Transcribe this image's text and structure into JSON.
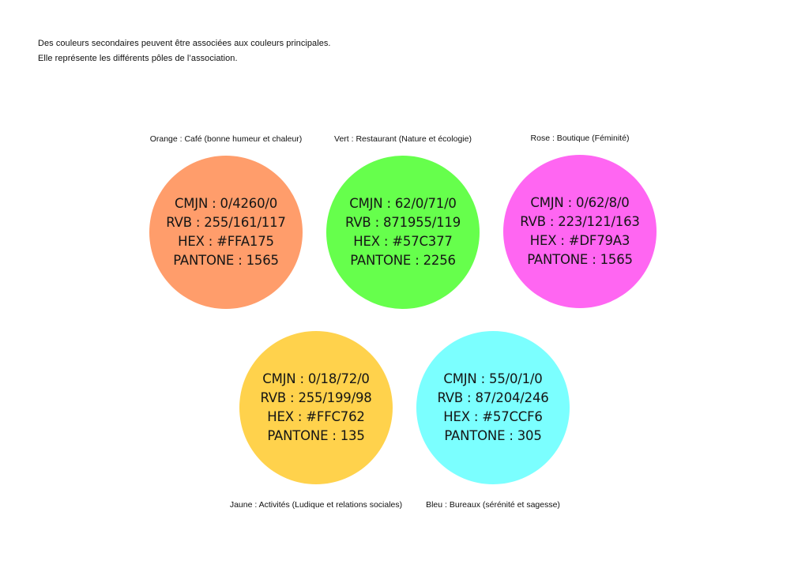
{
  "intro": {
    "line1": "Des couleurs secondaires peuvent être associées aux couleurs principales.",
    "line2": "Elle représente les différents pôles de l’association."
  },
  "swatches": [
    {
      "caption": "Orange : Café (bonne humeur et chaleur)",
      "color": "#FF9D6B",
      "cmjn": "CMJN : 0/4260/0",
      "rvb": "RVB : 255/161/117",
      "hex": "HEX : #FFA175",
      "pantone": "PANTONE : 1565"
    },
    {
      "caption": "Vert : Restaurant (Nature  et écologie)",
      "color": "#66FF4C",
      "cmjn": "CMJN : 62/0/71/0",
      "rvb": "RVB : 871955/119",
      "hex": "HEX : #57C377",
      "pantone": "PANTONE : 2256"
    },
    {
      "caption": "Rose : Boutique (Féminité)",
      "color": "#FF66F2",
      "cmjn": "CMJN : 0/62/8/0",
      "rvb": "RVB : 223/121/163",
      "hex": "HEX : #DF79A3",
      "pantone": "PANTONE : 1565"
    },
    {
      "caption": "Jaune : Activités (Ludique et relations sociales)",
      "color": "#FFD24C",
      "cmjn": "CMJN : 0/18/72/0",
      "rvb": "RVB : 255/199/98",
      "hex": "HEX : #FFC762",
      "pantone": "PANTONE : 135"
    },
    {
      "caption": "Bleu : Bureaux (sérénité et sagesse)",
      "color": "#7BFFFF",
      "cmjn": "CMJN : 55/0/1/0",
      "rvb": "RVB : 87/204/246",
      "hex": "HEX : #57CCF6",
      "pantone": "PANTONE : 305"
    }
  ]
}
